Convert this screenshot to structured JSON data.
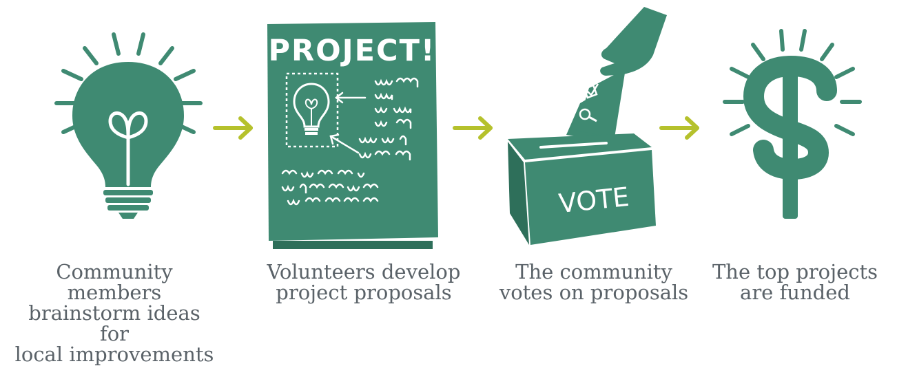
{
  "colors": {
    "green": "#3f8a72",
    "arrow": "#b5c12c",
    "caption": "#5a6268",
    "background": "#ffffff"
  },
  "steps": [
    {
      "icon": "lightbulb-icon",
      "caption": "Community members\nbrainstorm ideas for\nlocal improvements"
    },
    {
      "icon": "project-poster-icon",
      "heading": "PROJECT!",
      "caption": "Volunteers develop\nproject proposals"
    },
    {
      "icon": "ballot-box-icon",
      "box_label": "VOTE",
      "caption": "The community\nvotes on proposals"
    },
    {
      "icon": "dollar-sign-icon",
      "caption": "The top projects\nare funded"
    }
  ]
}
